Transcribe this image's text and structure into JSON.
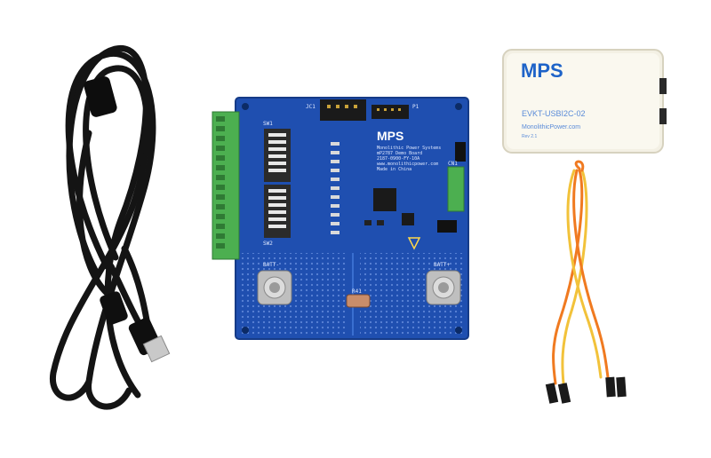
{
  "board": {
    "logo": "MPS",
    "company": "Monolithic Power Systems",
    "model": "mP2787 Demo Board",
    "part": "2187-0900-FY-10A",
    "website": "www.monolithicpower.com",
    "origin": "Made in China",
    "header_j1": "JC1",
    "header_p1": "P1",
    "switch_sw1": "SW1",
    "switch_sw2": "SW2",
    "conn_cn1": "CN1",
    "batt_neg": "BATT-",
    "batt_pos": "BATT+",
    "resistor": "R41"
  },
  "adapter": {
    "logo": "MPS",
    "model": "EVKT-USBI2C-02",
    "website": "MonolithicPower.com",
    "revision": "Rev 2.1"
  },
  "colors": {
    "pcb": "#1f4fb0",
    "terminal": "#4caf50",
    "cable": "#151515",
    "wire_orange": "#f07a20",
    "wire_yellow": "#f2c23a",
    "adapter_body": "#f3f0e4",
    "brand_blue": "#1e63c8"
  }
}
